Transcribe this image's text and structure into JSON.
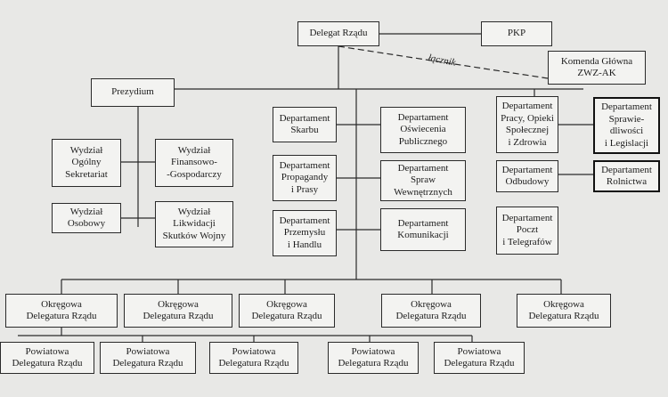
{
  "nodes": {
    "delegat": "Delegat Rządu",
    "pkp": "PKP",
    "komenda": "Komenda Główna\nZWZ-AK",
    "prezydium": "Prezydium",
    "wydzial_ogolny": "Wydział\nOgólny\nSekretariat",
    "wydzial_finansowo": "Wydział\nFinansowo-\n-Gospodarczy",
    "wydzial_osobowy": "Wydział\nOsobowy",
    "wydzial_likwidacji": "Wydział\nLikwidacji\nSkutków Wojny",
    "dep_skarbu": "Departament\nSkarbu",
    "dep_oswiecenia": "Departament\nOświecenia\nPublicznego",
    "dep_propagandy": "Departament\nPropagandy\ni Prasy",
    "dep_spraw": "Departament\nSpraw\nWewnętrznych",
    "dep_przemyslu": "Departament\nPrzemysłu\ni Handlu",
    "dep_komunikacji": "Departament\nKomunikacji",
    "dep_pracy": "Departament\nPracy, Opieki\nSpołecznej\ni Zdrowia",
    "dep_sprawiedliwosci": "Departament\nSprawie-\ndliwości\ni Legislacji",
    "dep_odbudowy": "Departament\nOdbudowy",
    "dep_rolnictwa": "Departament\nRolnictwa",
    "dep_poczt": "Departament\nPoczt\ni Telegrafów",
    "okregowa_1": "Okręgowa\nDelegatura Rządu",
    "okregowa_2": "Okręgowa\nDelegatura Rządu",
    "okregowa_3": "Okręgowa\nDelegatura Rządu",
    "okregowa_4": "Okręgowa\nDelegatura Rządu",
    "okregowa_5": "Okręgowa\nDelegatura Rządu",
    "powiatowa_1": "Powiatowa\nDelegatura Rządu",
    "powiatowa_2": "Powiatowa\nDelegatura Rządu",
    "powiatowa_3": "Powiatowa\nDelegatura Rządu",
    "powiatowa_4": "Powiatowa\nDelegatura Rządu",
    "powiatowa_5": "Powiatowa\nDelegatura Rządu"
  },
  "edge_labels": {
    "lacznik": "łącznik"
  }
}
